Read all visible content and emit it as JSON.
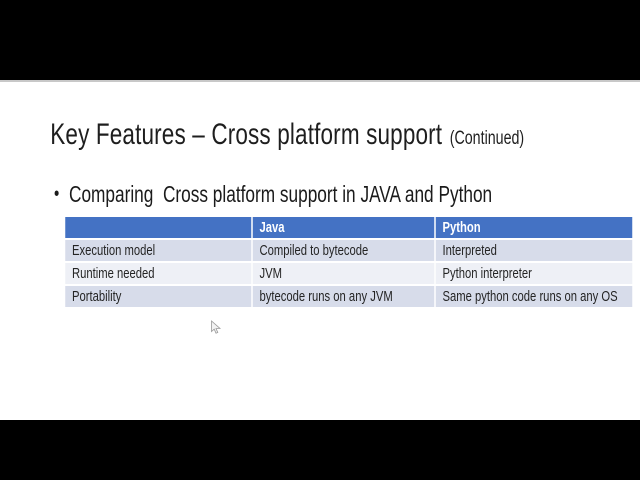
{
  "frame": {
    "background": "#000000",
    "slide_background": "#ffffff",
    "slide_edge_color": "#c8c8c8"
  },
  "slide": {
    "title": {
      "main": "Key Features – Cross platform support",
      "suffix": "(Continued)"
    },
    "bullet": {
      "marker": "•",
      "text": "Comparing  Cross platform support in JAVA and Python"
    },
    "table": {
      "type": "table",
      "colors": {
        "header_bg": "#4472c4",
        "header_text": "#ffffff",
        "band_dark": "#d7dcea",
        "band_light": "#eef0f6",
        "body_text": "#242424"
      },
      "columns": [
        "",
        "Java",
        "Python"
      ],
      "rows": [
        [
          "Execution model",
          "Compiled to bytecode",
          "Interpreted"
        ],
        [
          "Runtime needed",
          "JVM",
          "Python interpreter"
        ],
        [
          "Portability",
          "bytecode runs on any JVM",
          "Same python code runs on any OS"
        ]
      ]
    },
    "cursor": {
      "icon": "arrow-cursor"
    }
  }
}
